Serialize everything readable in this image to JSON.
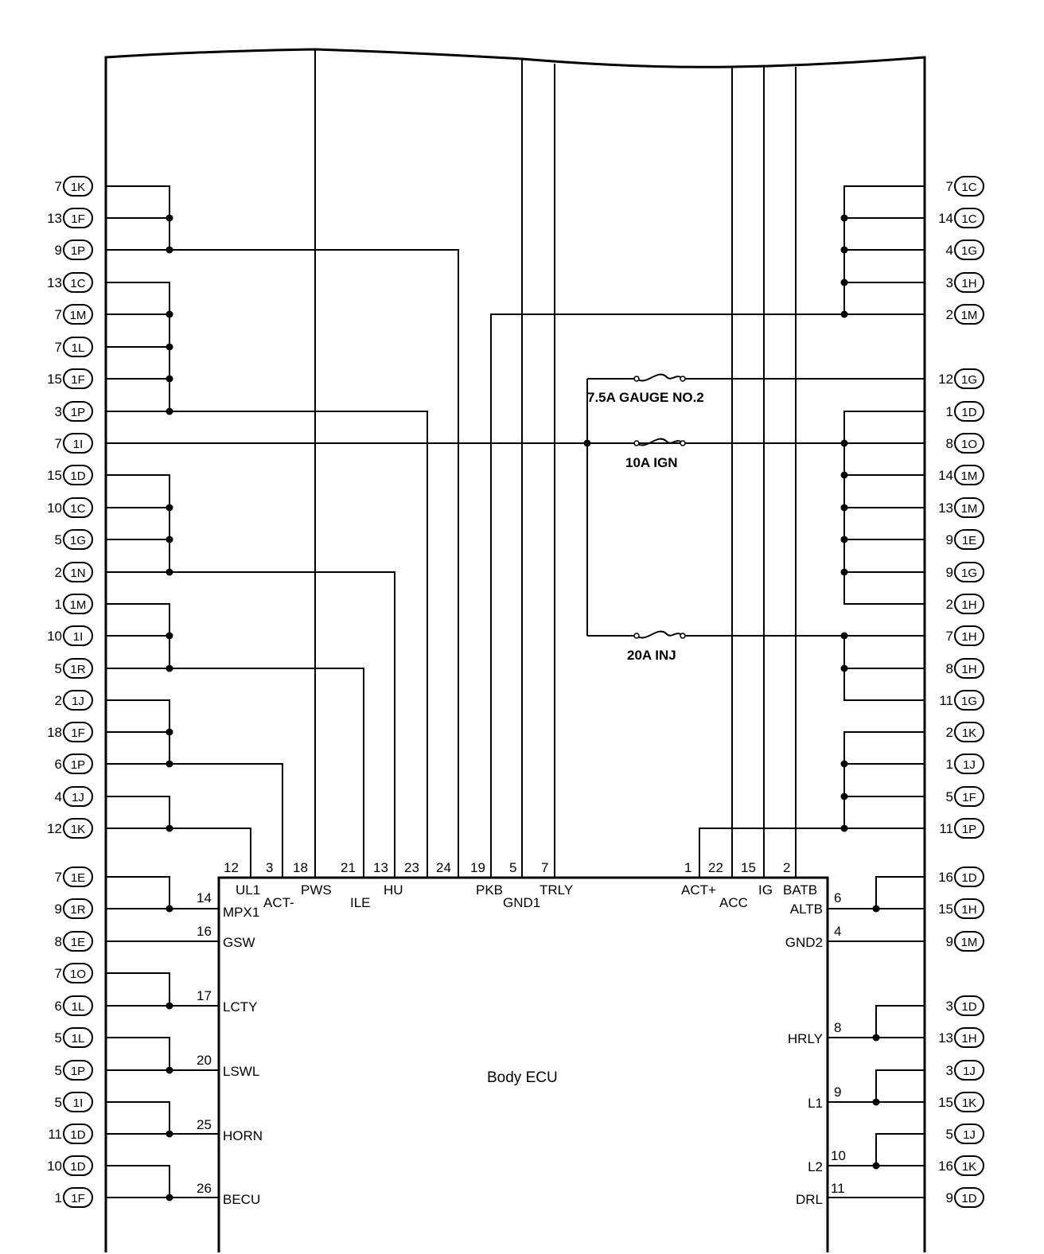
{
  "ecu": {
    "title": "Body ECU"
  },
  "left_connectors": [
    {
      "pin": "7",
      "id": "1K"
    },
    {
      "pin": "13",
      "id": "1F"
    },
    {
      "pin": "9",
      "id": "1P"
    },
    {
      "pin": "13",
      "id": "1C"
    },
    {
      "pin": "7",
      "id": "1M"
    },
    {
      "pin": "7",
      "id": "1L"
    },
    {
      "pin": "15",
      "id": "1F"
    },
    {
      "pin": "3",
      "id": "1P"
    },
    {
      "pin": "7",
      "id": "1I"
    },
    {
      "pin": "15",
      "id": "1D"
    },
    {
      "pin": "10",
      "id": "1C"
    },
    {
      "pin": "5",
      "id": "1G"
    },
    {
      "pin": "2",
      "id": "1N"
    },
    {
      "pin": "1",
      "id": "1M"
    },
    {
      "pin": "10",
      "id": "1I"
    },
    {
      "pin": "5",
      "id": "1R"
    },
    {
      "pin": "2",
      "id": "1J"
    },
    {
      "pin": "18",
      "id": "1F"
    },
    {
      "pin": "6",
      "id": "1P"
    },
    {
      "pin": "4",
      "id": "1J"
    },
    {
      "pin": "12",
      "id": "1K"
    },
    {
      "pin": "7",
      "id": "1E"
    },
    {
      "pin": "9",
      "id": "1R"
    },
    {
      "pin": "8",
      "id": "1E"
    },
    {
      "pin": "7",
      "id": "1O"
    },
    {
      "pin": "6",
      "id": "1L"
    },
    {
      "pin": "5",
      "id": "1L"
    },
    {
      "pin": "5",
      "id": "1P"
    },
    {
      "pin": "5",
      "id": "1I"
    },
    {
      "pin": "11",
      "id": "1D"
    },
    {
      "pin": "10",
      "id": "1D"
    },
    {
      "pin": "1",
      "id": "1F"
    }
  ],
  "right_connectors": [
    {
      "pin": "7",
      "id": "1C"
    },
    {
      "pin": "14",
      "id": "1C"
    },
    {
      "pin": "4",
      "id": "1G"
    },
    {
      "pin": "3",
      "id": "1H"
    },
    {
      "pin": "2",
      "id": "1M"
    },
    {
      "pin": "12",
      "id": "1G"
    },
    {
      "pin": "1",
      "id": "1D"
    },
    {
      "pin": "8",
      "id": "1O"
    },
    {
      "pin": "14",
      "id": "1M"
    },
    {
      "pin": "13",
      "id": "1M"
    },
    {
      "pin": "9",
      "id": "1E"
    },
    {
      "pin": "9",
      "id": "1G"
    },
    {
      "pin": "2",
      "id": "1H"
    },
    {
      "pin": "7",
      "id": "1H"
    },
    {
      "pin": "8",
      "id": "1H"
    },
    {
      "pin": "11",
      "id": "1G"
    },
    {
      "pin": "2",
      "id": "1K"
    },
    {
      "pin": "1",
      "id": "1J"
    },
    {
      "pin": "5",
      "id": "1F"
    },
    {
      "pin": "11",
      "id": "1P"
    },
    {
      "pin": "16",
      "id": "1D"
    },
    {
      "pin": "15",
      "id": "1H"
    },
    {
      "pin": "9",
      "id": "1M"
    },
    {
      "pin": "3",
      "id": "1D"
    },
    {
      "pin": "13",
      "id": "1H"
    },
    {
      "pin": "3",
      "id": "1J"
    },
    {
      "pin": "15",
      "id": "1K"
    },
    {
      "pin": "5",
      "id": "1J"
    },
    {
      "pin": "16",
      "id": "1K"
    },
    {
      "pin": "9",
      "id": "1D"
    }
  ],
  "top_pins": [
    {
      "no": "12",
      "name": "UL1"
    },
    {
      "no": "3",
      "name": "ACT-"
    },
    {
      "no": "18",
      "name": "PWS"
    },
    {
      "no": "21",
      "name": "ILE"
    },
    {
      "no": "13",
      "name": "HU"
    },
    {
      "no": "23",
      "name": ""
    },
    {
      "no": "24",
      "name": ""
    },
    {
      "no": "19",
      "name": "PKB"
    },
    {
      "no": "5",
      "name": "GND1"
    },
    {
      "no": "7",
      "name": "TRLY"
    },
    {
      "no": "1",
      "name": "ACT+"
    },
    {
      "no": "22",
      "name": "ACC"
    },
    {
      "no": "15",
      "name": "IG"
    },
    {
      "no": "2",
      "name": "BATB"
    }
  ],
  "left_pins": [
    {
      "no": "14",
      "name": "MPX1"
    },
    {
      "no": "16",
      "name": "GSW"
    },
    {
      "no": "17",
      "name": "LCTY"
    },
    {
      "no": "20",
      "name": "LSWL"
    },
    {
      "no": "25",
      "name": "HORN"
    },
    {
      "no": "26",
      "name": "BECU"
    }
  ],
  "right_pins": [
    {
      "no": "6",
      "name": "ALTB"
    },
    {
      "no": "4",
      "name": "GND2"
    },
    {
      "no": "8",
      "name": "HRLY"
    },
    {
      "no": "9",
      "name": "L1"
    },
    {
      "no": "10",
      "name": "L2"
    },
    {
      "no": "11",
      "name": "DRL"
    }
  ],
  "fuses": [
    {
      "label": "7.5A GAUGE NO.2"
    },
    {
      "label": "10A IGN"
    },
    {
      "label": "20A INJ"
    }
  ]
}
